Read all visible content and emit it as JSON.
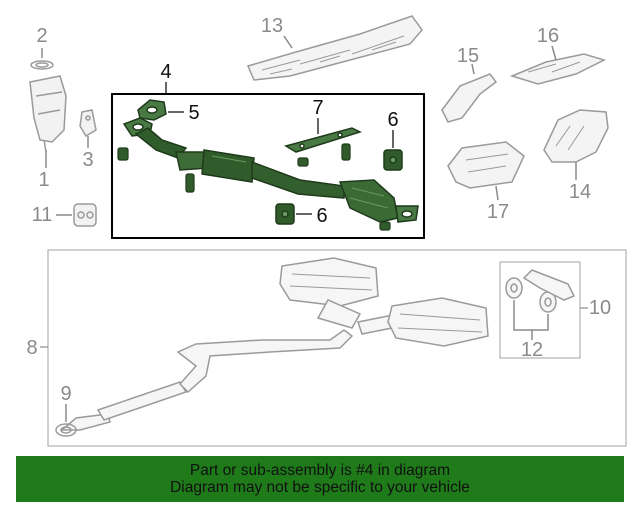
{
  "callouts": {
    "c1": "1",
    "c2": "2",
    "c3": "3",
    "c4": "4",
    "c5": "5",
    "c6a": "6",
    "c6b": "6",
    "c7": "7",
    "c8": "8",
    "c9": "9",
    "c10": "10",
    "c11": "11",
    "c12": "12",
    "c13": "13",
    "c14": "14",
    "c15": "15",
    "c16": "16",
    "c17": "17"
  },
  "banner": {
    "line1": "Part or sub-assembly is #4 in diagram",
    "line2": "Diagram may not be specific to your vehicle"
  },
  "colors": {
    "banner_bg": "#1f7a1a",
    "highlight_part": "#2e5a2a",
    "other_parts": "#9a9a9a",
    "highlight_box": "#000000"
  },
  "icons": {
    "arrow": "arrow-pointer-icon"
  }
}
